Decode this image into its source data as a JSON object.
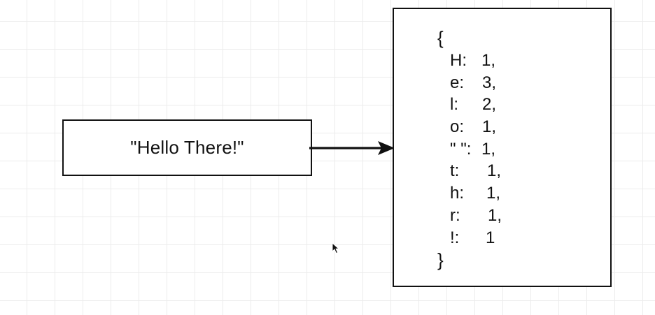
{
  "input": {
    "text": "\"Hello There!\""
  },
  "output": {
    "open_brace": "{",
    "close_brace": "}",
    "entries": [
      {
        "key": "H:",
        "value": "1,",
        "count": 1
      },
      {
        "key": "e:",
        "value": "3,",
        "count": 3
      },
      {
        "key": "l:",
        "value": "2,",
        "count": 2
      },
      {
        "key": "o:",
        "value": "1,",
        "count": 1
      },
      {
        "key": "\" \":",
        "value": "1,",
        "count": 1
      },
      {
        "key": "t:",
        "value": "1,",
        "count": 1
      },
      {
        "key": "h:",
        "value": "1,",
        "count": 1
      },
      {
        "key": "r:",
        "value": "1,",
        "count": 1
      },
      {
        "key": "!:",
        "value": "1",
        "count": 1
      }
    ]
  },
  "icons": {
    "arrow": "arrow-right-icon",
    "cursor": "mouse-pointer-icon"
  },
  "colors": {
    "stroke": "#111111",
    "grid": "#ececec",
    "background": "#ffffff"
  }
}
